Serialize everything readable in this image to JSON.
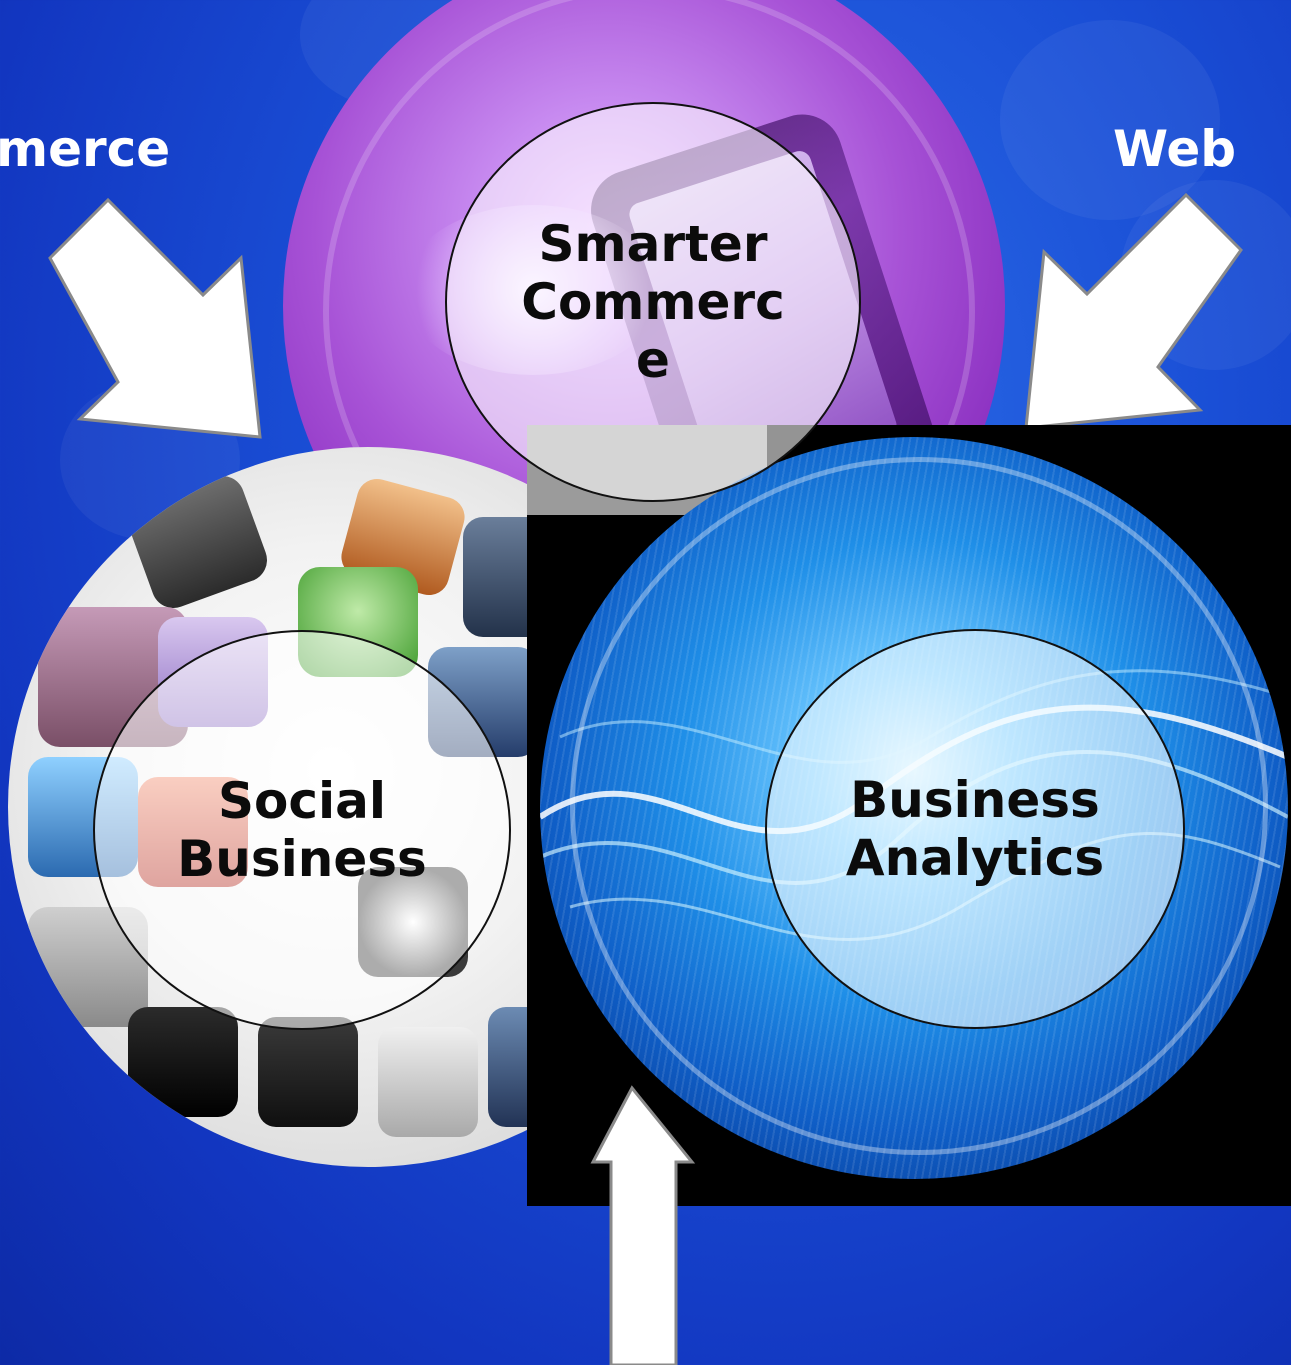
{
  "labels": {
    "top_left": "merce",
    "top_right": "Web"
  },
  "circles": {
    "smarter_commerce": {
      "line1": "Smarter",
      "line2": "Commerc",
      "line3": "e"
    },
    "social_business": {
      "line1": "Social",
      "line2": "Business"
    },
    "business_analytics": {
      "line1": "Business",
      "line2": "Analytics"
    }
  },
  "colors": {
    "background": "#1a4fd6",
    "purple_circle": "#a44fd3",
    "analytics_circle": "#1b8fe6",
    "arrow_fill": "#ffffff",
    "arrow_stroke": "#8a8a8a"
  }
}
